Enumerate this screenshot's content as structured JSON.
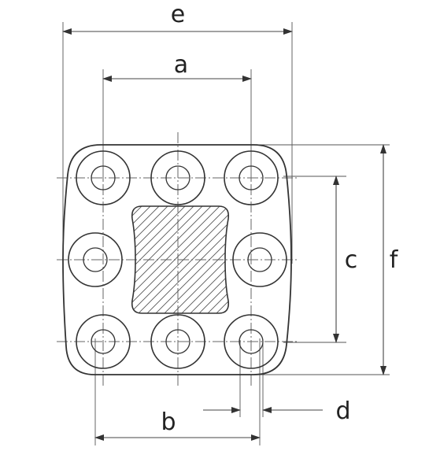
{
  "dimensions": {
    "e": "e",
    "a": "a",
    "c": "c",
    "f": "f",
    "d": "d",
    "b": "b"
  },
  "colors": {
    "line": "#333333",
    "centerline": "#666666",
    "background": "#ffffff"
  }
}
